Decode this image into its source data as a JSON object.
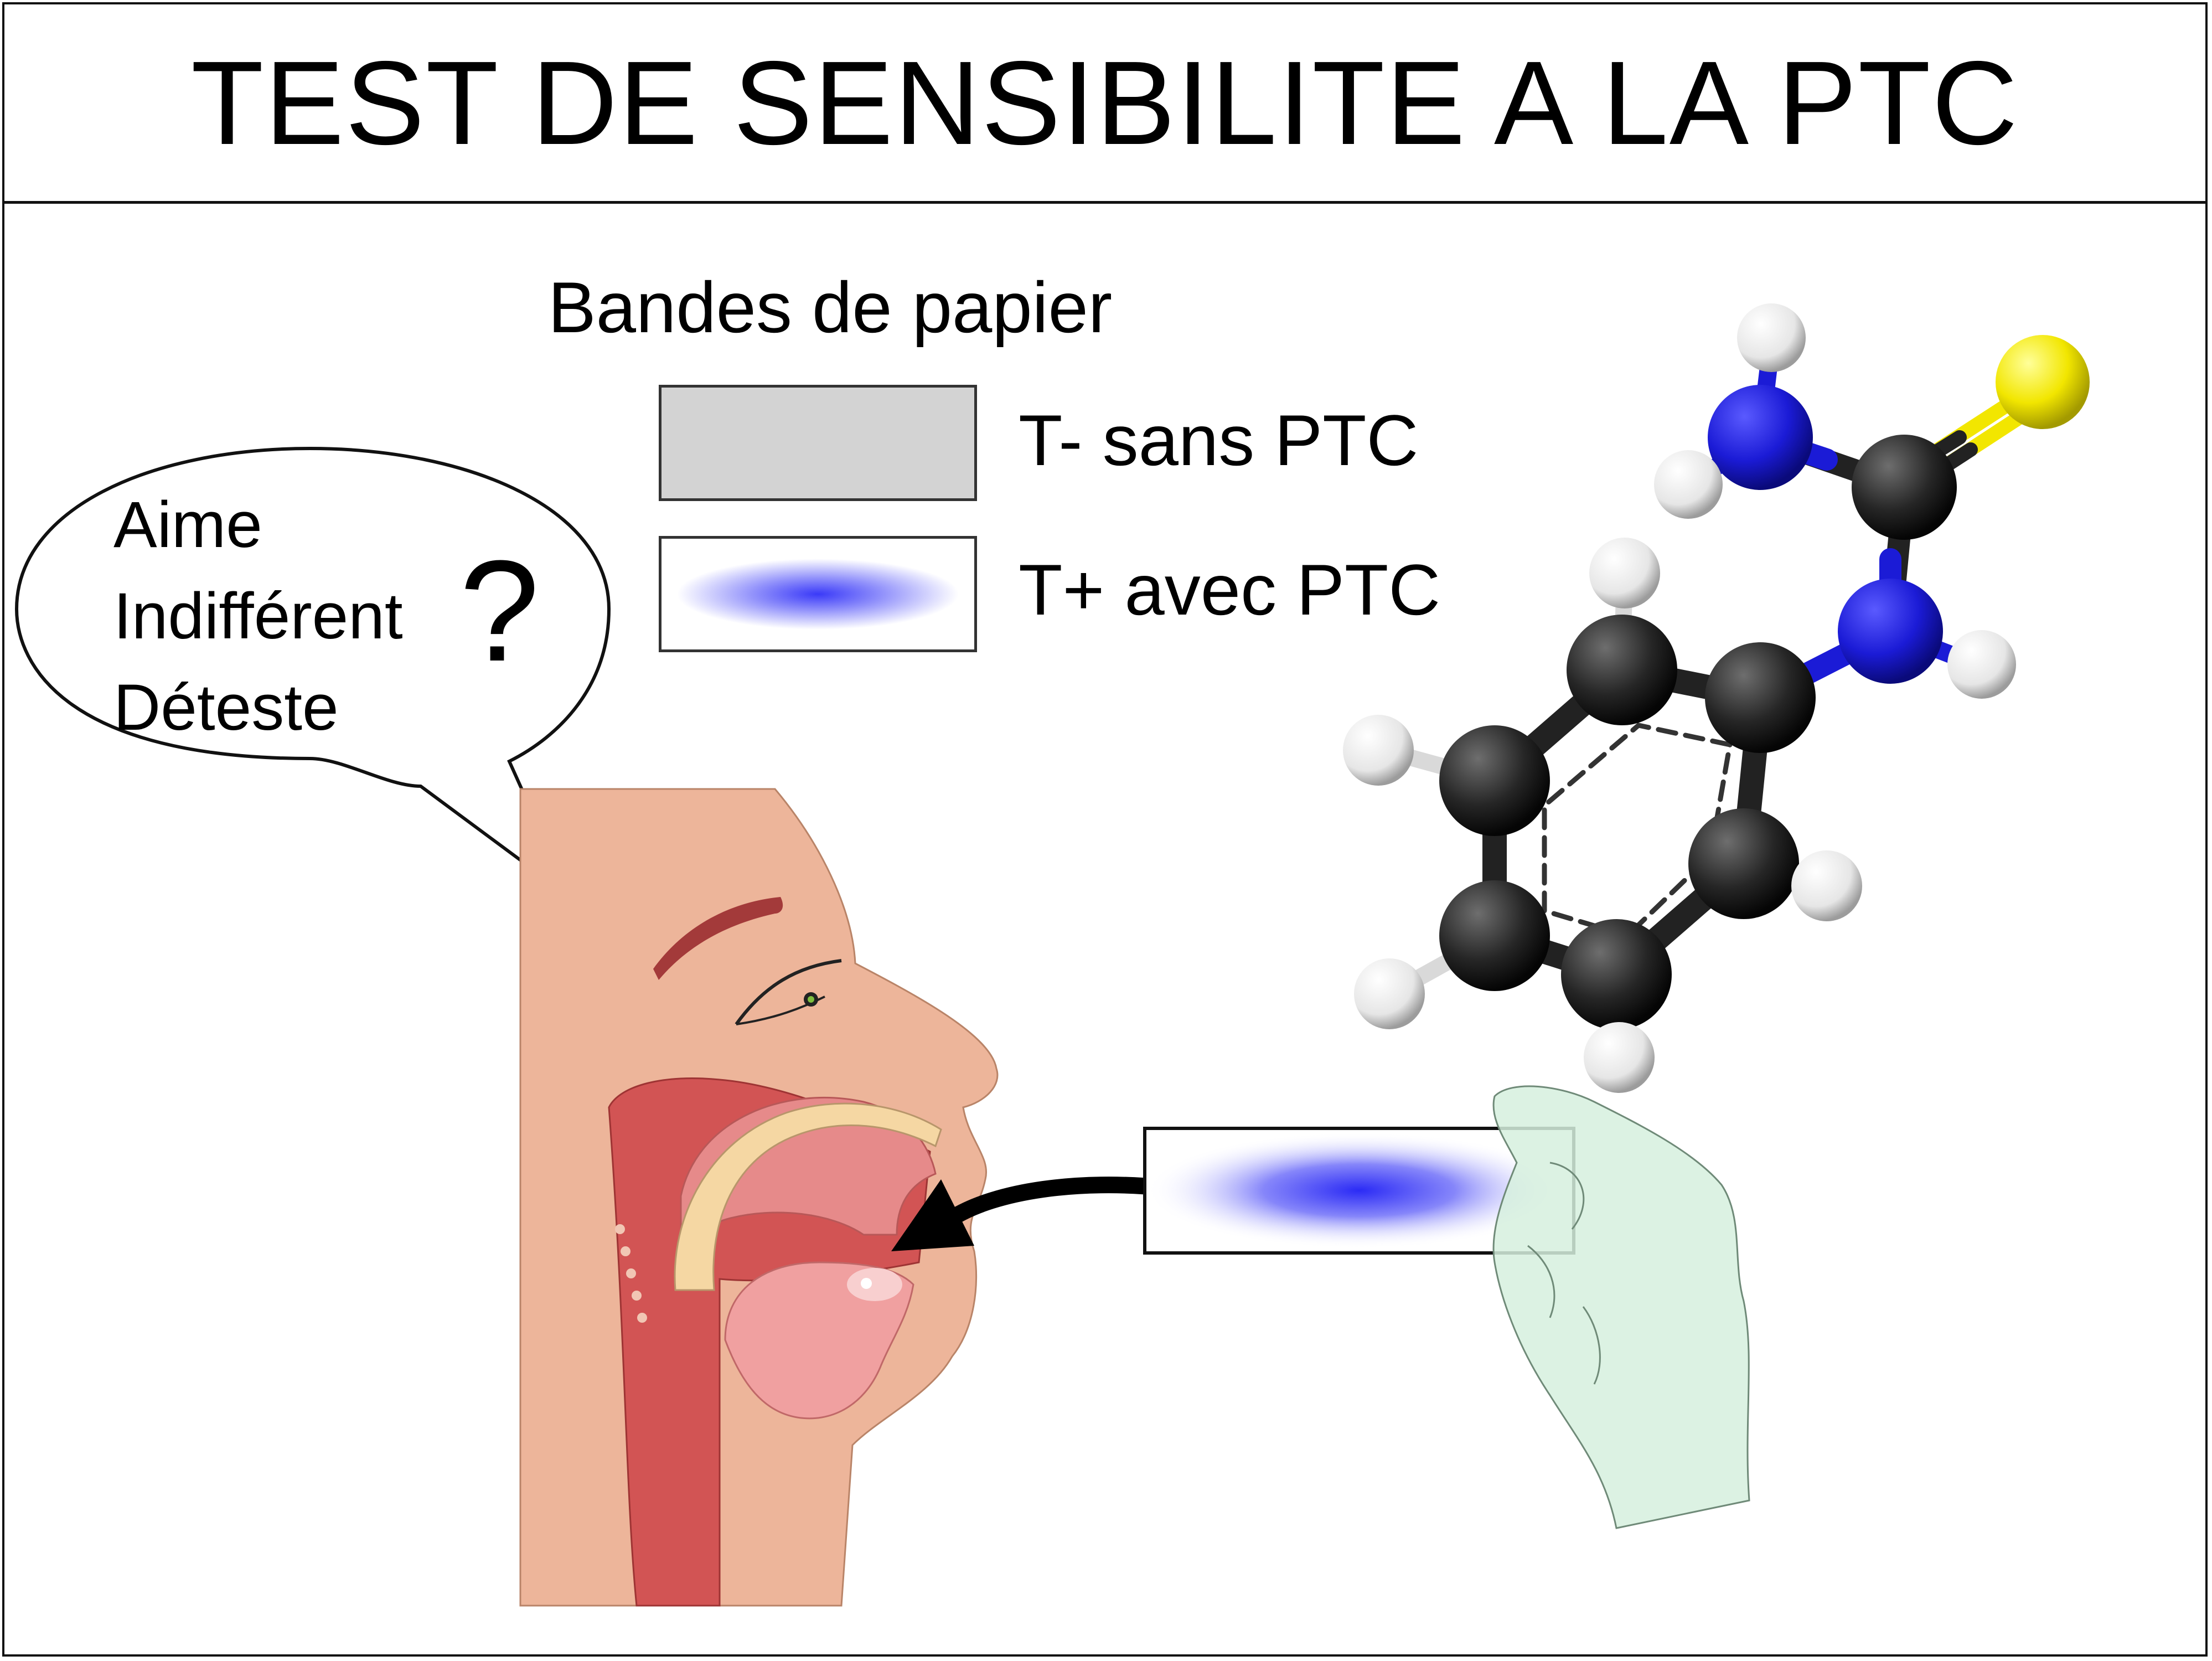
{
  "title": "TEST DE SENSIBILITE A LA PTC",
  "legend": {
    "heading": "Bandes de papier",
    "items": [
      {
        "label": "T- sans PTC",
        "color": "#d3d3d3"
      },
      {
        "label": "T+ avec PTC",
        "color": "#3a3af8"
      }
    ]
  },
  "speech_bubble": {
    "options": [
      "Aime",
      "Indifférent",
      "Déteste"
    ],
    "question_mark": "?"
  },
  "colors": {
    "skin": "#edb59a",
    "hydrogen": "#ffffff",
    "carbon": "#222222",
    "nitrogen": "#1b1bd6",
    "sulfur": "#f2e600",
    "glove": "#d6f0de",
    "test_strip": "#2b2bf5"
  },
  "icons": {
    "molecule": "ptc-molecule-icon",
    "head": "head-profile-icon",
    "hand": "gloved-hand-icon",
    "arrow": "curved-arrow-icon"
  }
}
